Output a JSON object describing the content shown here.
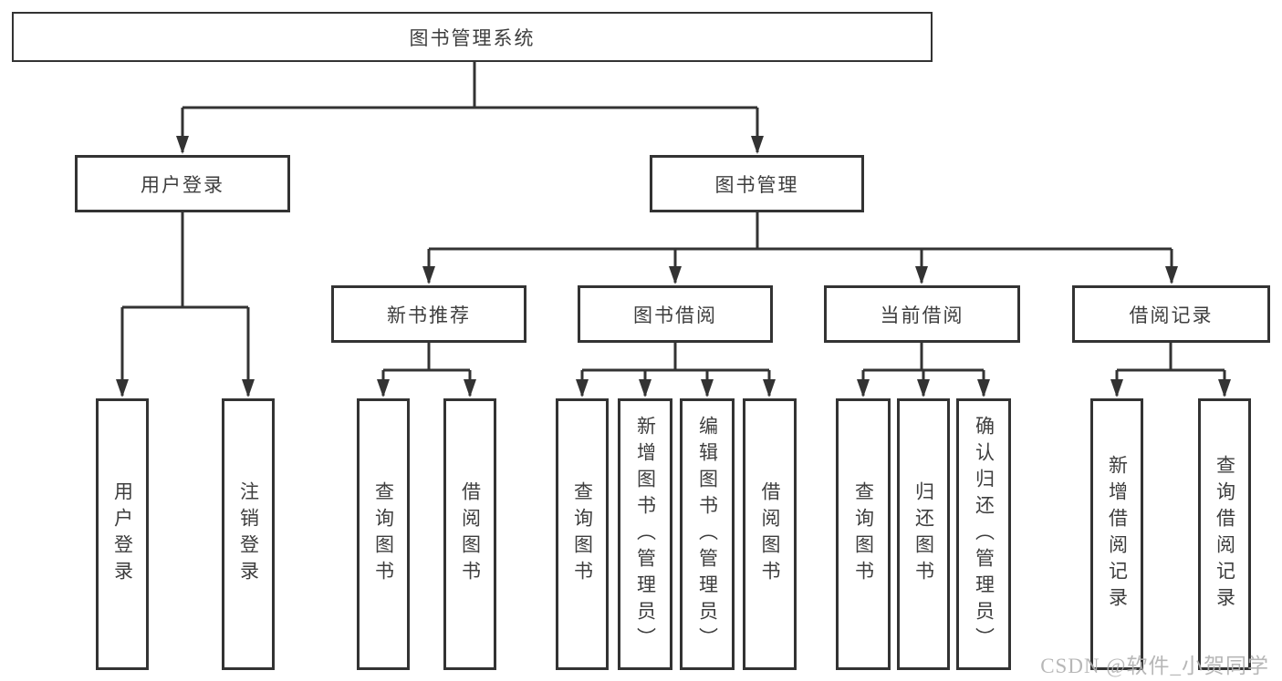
{
  "diagram": {
    "root": {
      "label": "图书管理系统"
    },
    "level2": [
      {
        "label": "用户登录"
      },
      {
        "label": "图书管理"
      }
    ],
    "level3": [
      {
        "label": "新书推荐"
      },
      {
        "label": "图书借阅"
      },
      {
        "label": "当前借阅"
      },
      {
        "label": "借阅记录"
      }
    ],
    "leaves": {
      "user_login": [
        "用户登录",
        "注销登录"
      ],
      "new_book": [
        "查询图书",
        "借阅图书"
      ],
      "book_borrow": [
        "查询图书",
        "新增图书（管理员）",
        "编辑图书（管理员）",
        "借阅图书"
      ],
      "current_borrow": [
        "查询图书",
        "归还图书",
        "确认归还（管理员）"
      ],
      "borrow_record": [
        "新增借阅记录",
        "查询借阅记录"
      ]
    },
    "colors": {
      "line": "#333333",
      "text": "#3e3e3e",
      "box_fill": "#ffffff",
      "watermark": "#afafaf"
    }
  },
  "watermark": {
    "text": "CSDN @软件_小贺同学"
  }
}
